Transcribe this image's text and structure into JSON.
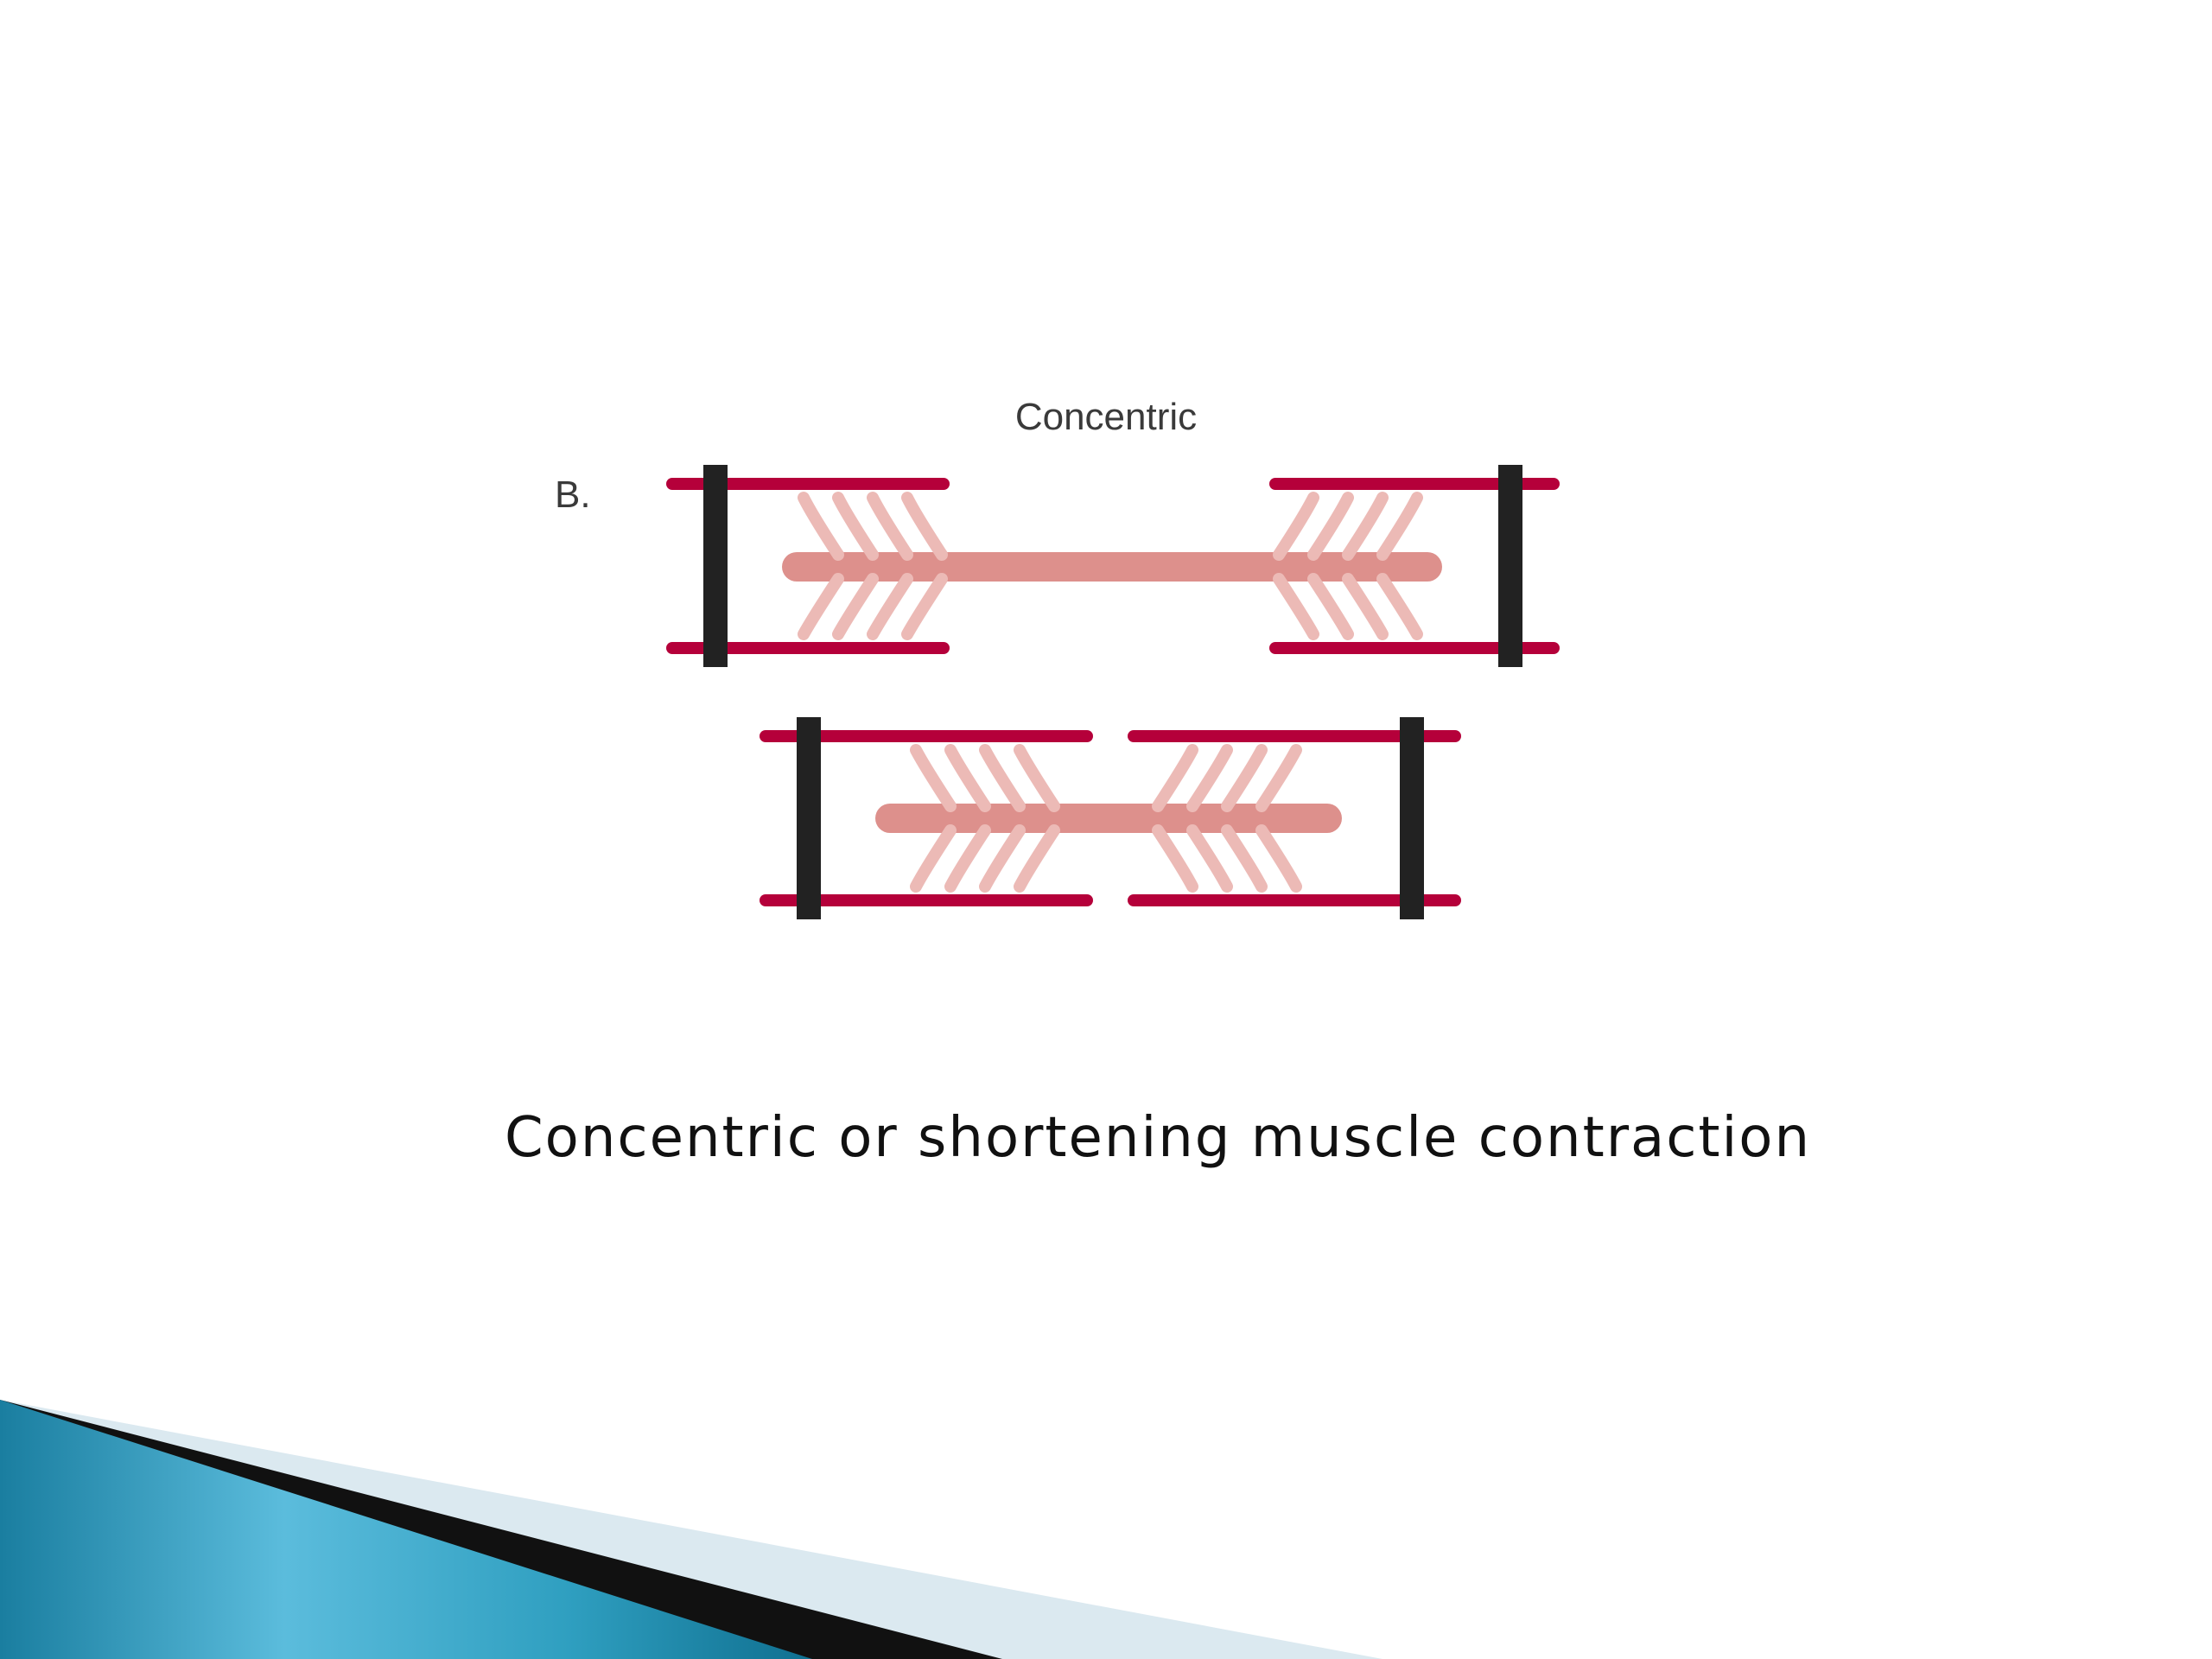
{
  "diagram": {
    "title": "Concentric",
    "panel_label": "B.",
    "caption": "Concentric or shortening muscle contraction",
    "colors": {
      "actin": "#b5003a",
      "z_disc": "#222222",
      "myosin": "#dd908c",
      "crossbridge": "#ecbab6"
    }
  },
  "decor": {
    "colors": [
      "#2f9fc0",
      "#111111",
      "#dbe9f0"
    ]
  }
}
